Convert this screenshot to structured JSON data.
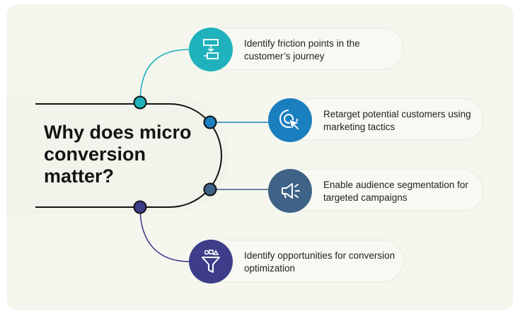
{
  "title": "Why does micro conversion matter?",
  "colors": {
    "teal": "#1fb2bd",
    "blue": "#1a7fbf",
    "slate": "#3f6387",
    "indigo": "#3d3d8a",
    "background": "#f5f7ef"
  },
  "items": [
    {
      "text": "Identify friction points in the customer’s journey",
      "icon": "flowchart-icon"
    },
    {
      "text": "Retarget potential customers using marketing tactics",
      "icon": "cursor-target-icon"
    },
    {
      "text": "Enable audience segmentation for targeted campaigns",
      "icon": "megaphone-icon"
    },
    {
      "text": "Identify opportunities for conversion optimization",
      "icon": "funnel-icon"
    }
  ]
}
